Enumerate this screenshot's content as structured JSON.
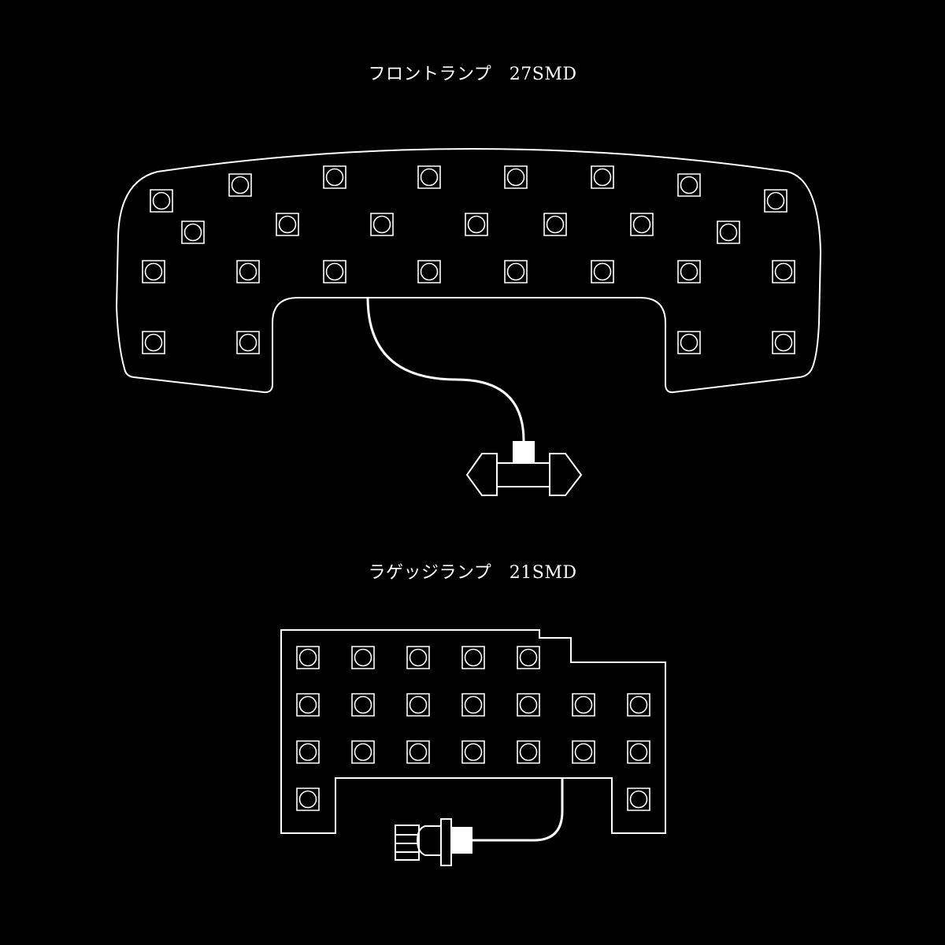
{
  "front_lamp": {
    "title": "フロントランプ　27SMD",
    "smd_count": 27,
    "connector": "festoon"
  },
  "luggage_lamp": {
    "title": "ラゲッジランプ　21SMD",
    "smd_count": 21,
    "connector": "wedge"
  },
  "colors": {
    "background": "#000000",
    "line": "#ffffff"
  }
}
